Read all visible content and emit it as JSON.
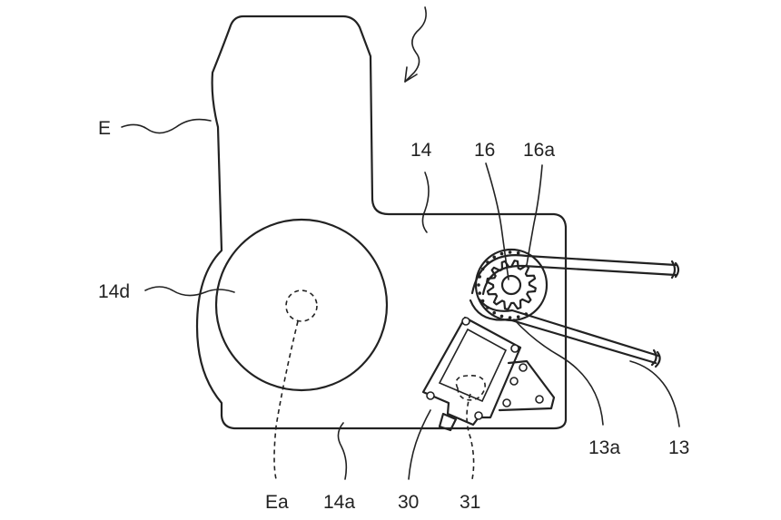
{
  "labels": {
    "E": "E",
    "l14": "14",
    "l16": "16",
    "l16a": "16a",
    "l14d": "14d",
    "l13a": "13a",
    "l13": "13",
    "Ea": "Ea",
    "l14a": "14a",
    "l30": "30",
    "l31": "31"
  },
  "colors": {
    "ink": "#222222",
    "background": "#ffffff"
  }
}
